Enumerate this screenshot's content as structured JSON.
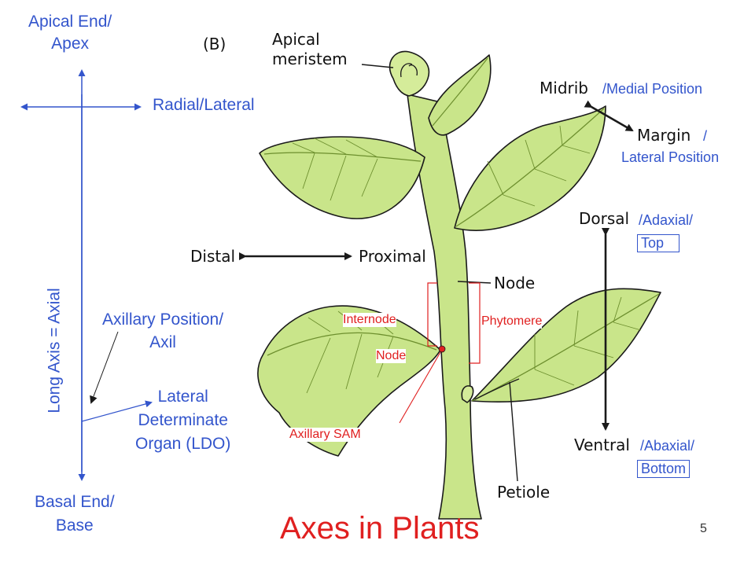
{
  "slide": {
    "title": "Axes in Plants",
    "page_number": "5",
    "panel_label": "(B)"
  },
  "axes_legend": {
    "apical_1": "Apical End/",
    "apical_2": "Apex",
    "radial": "Radial/Lateral",
    "long_axis": "Long Axis = Axial",
    "axillary_1": "Axillary Position/",
    "axillary_2": "Axil",
    "ldo_1": "Lateral",
    "ldo_2": "Determinate",
    "ldo_3": "Organ (LDO)",
    "basal_1": "Basal End/",
    "basal_2": "Base"
  },
  "plant_labels": {
    "apical_meristem_1": "Apical",
    "apical_meristem_2": "meristem",
    "midrib": "Midrib",
    "medial_position": "/Medial Position",
    "margin": "Margin",
    "margin_slash": "/",
    "lateral_position": "Lateral Position",
    "dorsal": "Dorsal",
    "adaxial": "/Adaxial/",
    "top": "Top",
    "distal": "Distal",
    "proximal": "Proximal",
    "node_upper": "Node",
    "internode": "Internode",
    "phytomere": "Phytomere",
    "node_lower": "Node",
    "axillary_sam": "Axillary SAM",
    "ventral": "Ventral",
    "abaxial": "/Abaxial/",
    "bottom": "Bottom",
    "petiole": "Petiole"
  },
  "colors": {
    "label_blue": "#3355cc",
    "label_red": "#e02020",
    "leaf_fill": "#c9e58a",
    "leaf_vein": "#6d8f2e",
    "outline": "#1a1a1a"
  }
}
